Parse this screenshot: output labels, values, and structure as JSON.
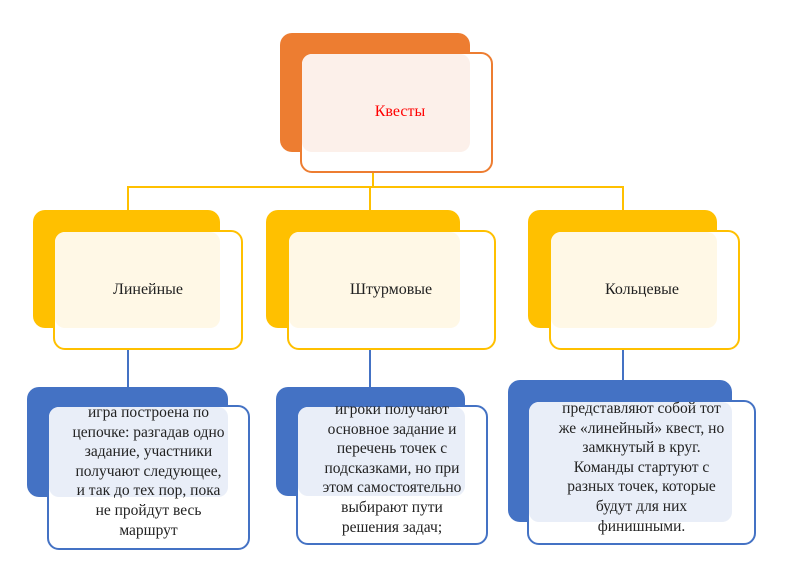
{
  "colors": {
    "orange": "#ed7d31",
    "yellow": "#ffc000",
    "blue": "#4472c4",
    "title_text": "#ff0000"
  },
  "root": {
    "label": "Квесты"
  },
  "categories": [
    {
      "label": "Линейные",
      "description": "игра построена по\nцепочке: разгадав одно\nзадание, участники\nполучают следующее,\nи так до тех пор, пока\nне пройдут весь\nмаршрут"
    },
    {
      "label": "Штурмовые",
      "description": "игроки получают\nосновное задание и\nперечень точек с\nподсказками, но при\nэтом самостоятельно\nвыбирают пути\nрешения задач;"
    },
    {
      "label": "Кольцевые",
      "description": "представляют собой тот\nже «линейный» квест,  но\nзамкнутый в круг.\nКоманды стартуют с\nразных точек, которые\nбудут для них\nфинишными."
    }
  ]
}
